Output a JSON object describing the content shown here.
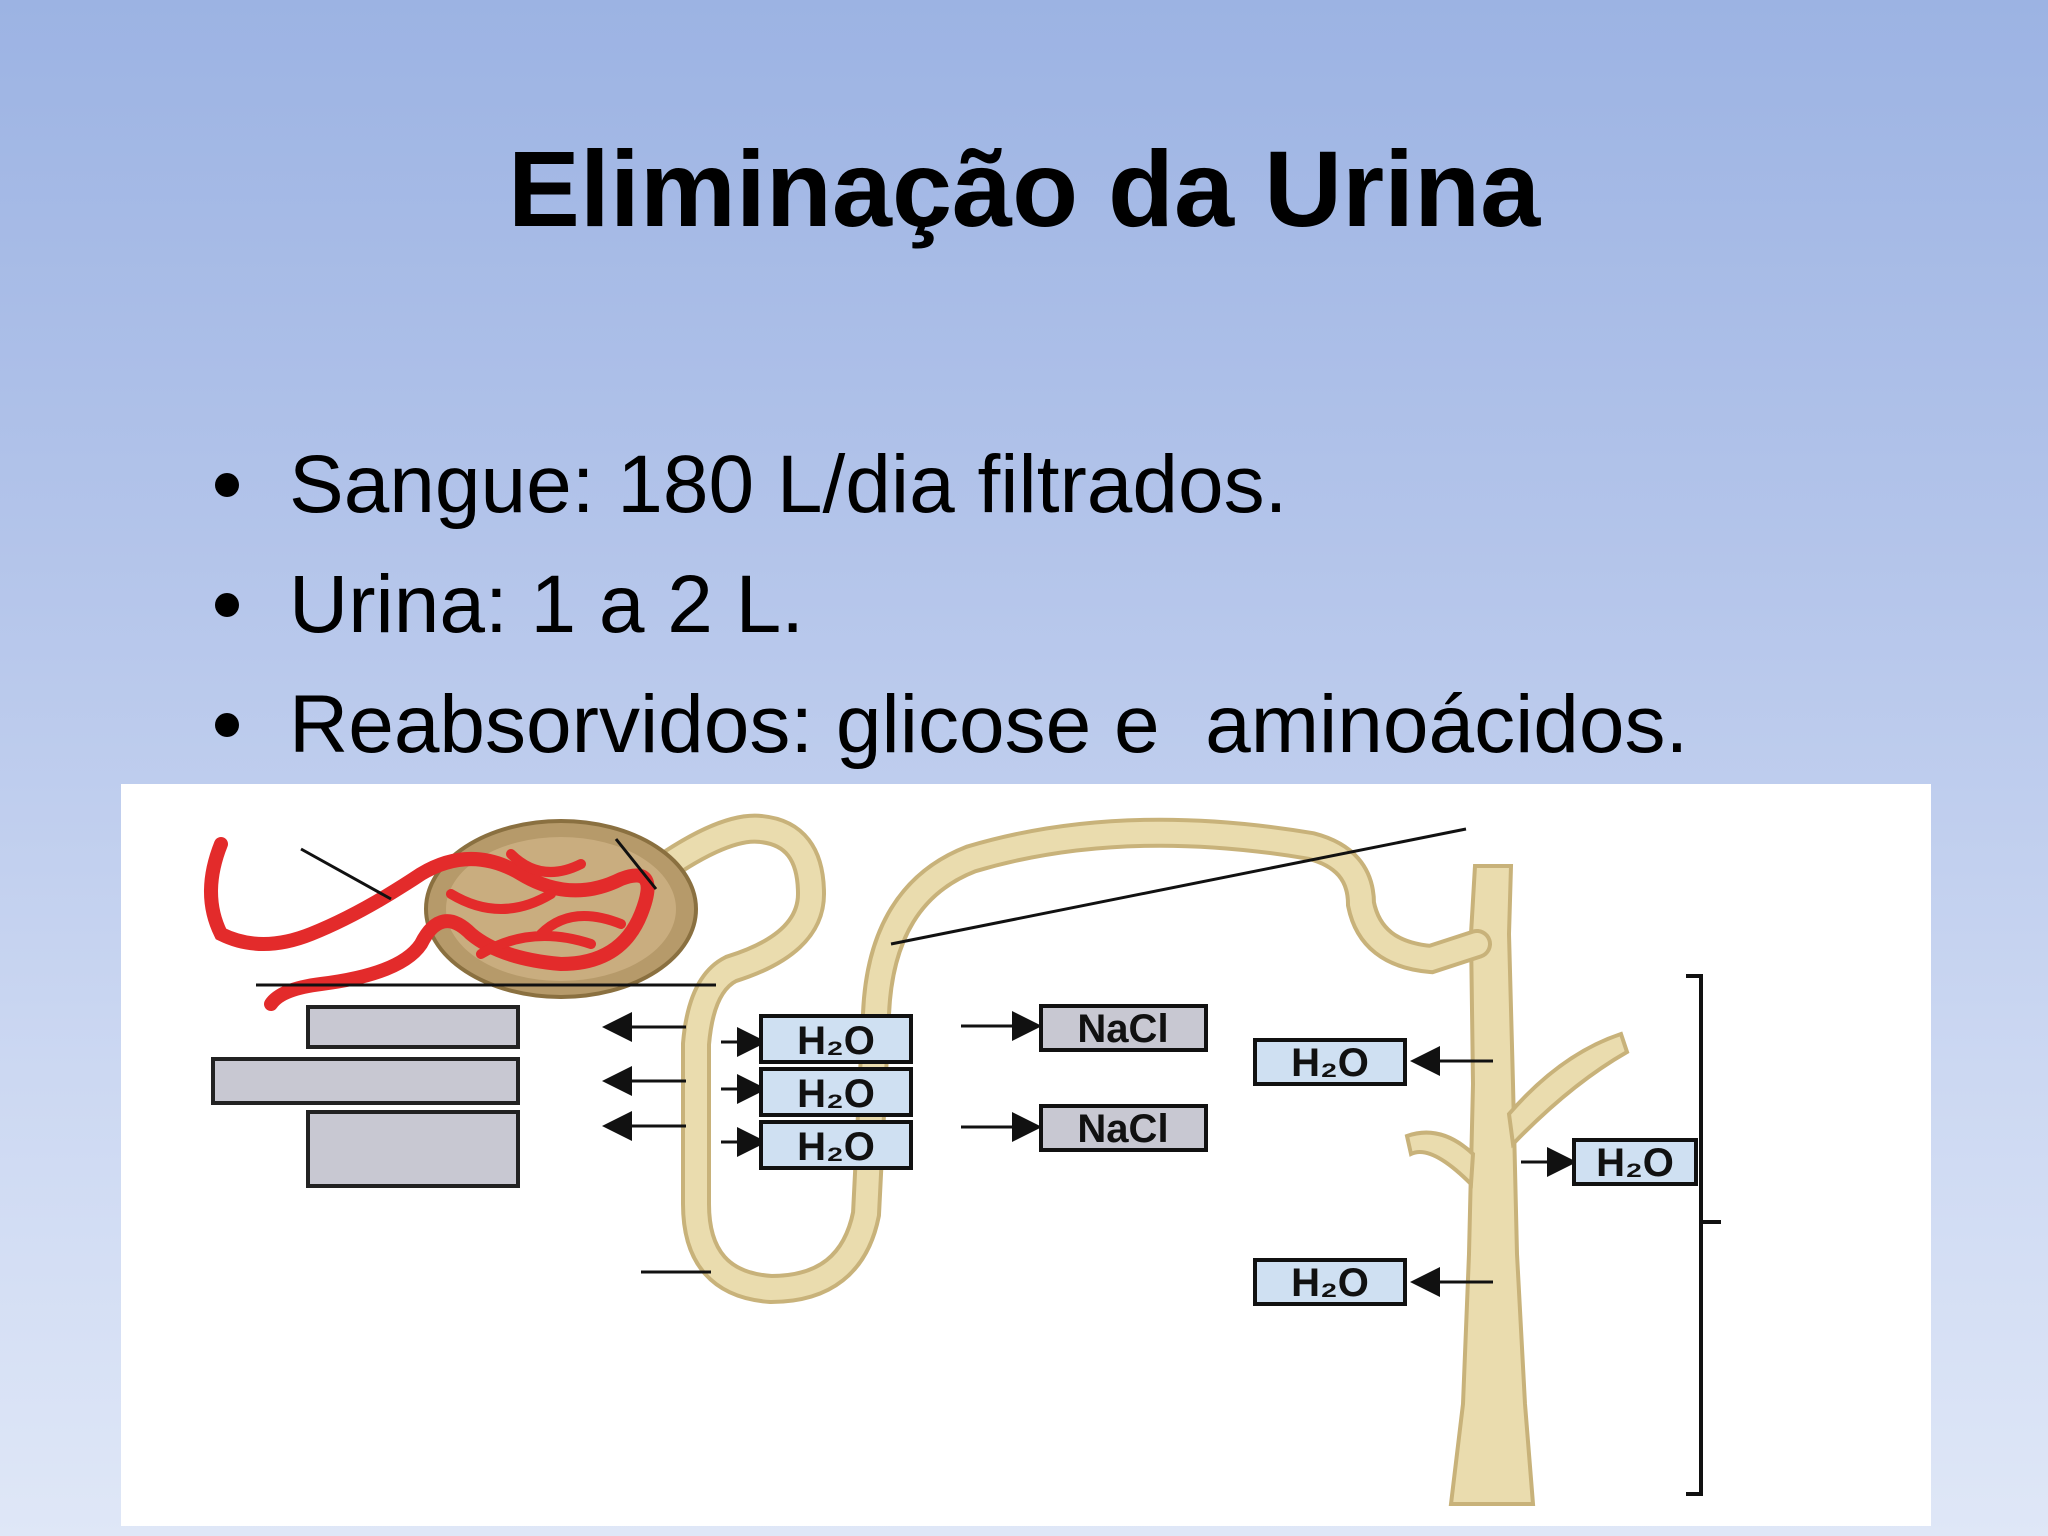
{
  "slide": {
    "title": "Eliminação da Urina",
    "bullets": [
      "Sangue: 180 L/dia filtrados.",
      "Urina: 1 a 2 L.",
      "Reabsorvidos: glicose e  aminoácidos."
    ]
  },
  "diagram": {
    "water_label": "H₂O",
    "salt_label": "NaCl",
    "colors": {
      "tubule": "#eadcae",
      "tubule_edge": "#c8b27a",
      "capillary": "#e32b2b",
      "capsule": "#b69a6a",
      "label_box": "#cfe0f2",
      "blank_box": "#c8c8d2"
    }
  }
}
